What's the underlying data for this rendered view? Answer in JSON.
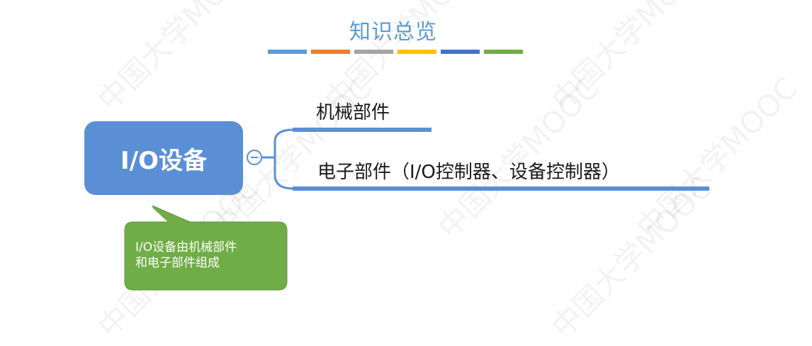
{
  "title": "知识总览",
  "title_stripe_colors": [
    "#5b9bd5",
    "#ed7d31",
    "#a5a5a5",
    "#ffc000",
    "#4472c4",
    "#70ad47"
  ],
  "mindmap": {
    "root_label": "I/O设备",
    "branches": [
      {
        "label": "机械部件"
      },
      {
        "label": "电子部件（I/O控制器、设备控制器）"
      }
    ]
  },
  "callout": {
    "line1": "I/O设备由机械部件",
    "line2": "和电子部件组成",
    "color": "#70ad47"
  },
  "colors": {
    "node_blue": "#5a8fd6",
    "title_blue": "#5b9bd5"
  }
}
